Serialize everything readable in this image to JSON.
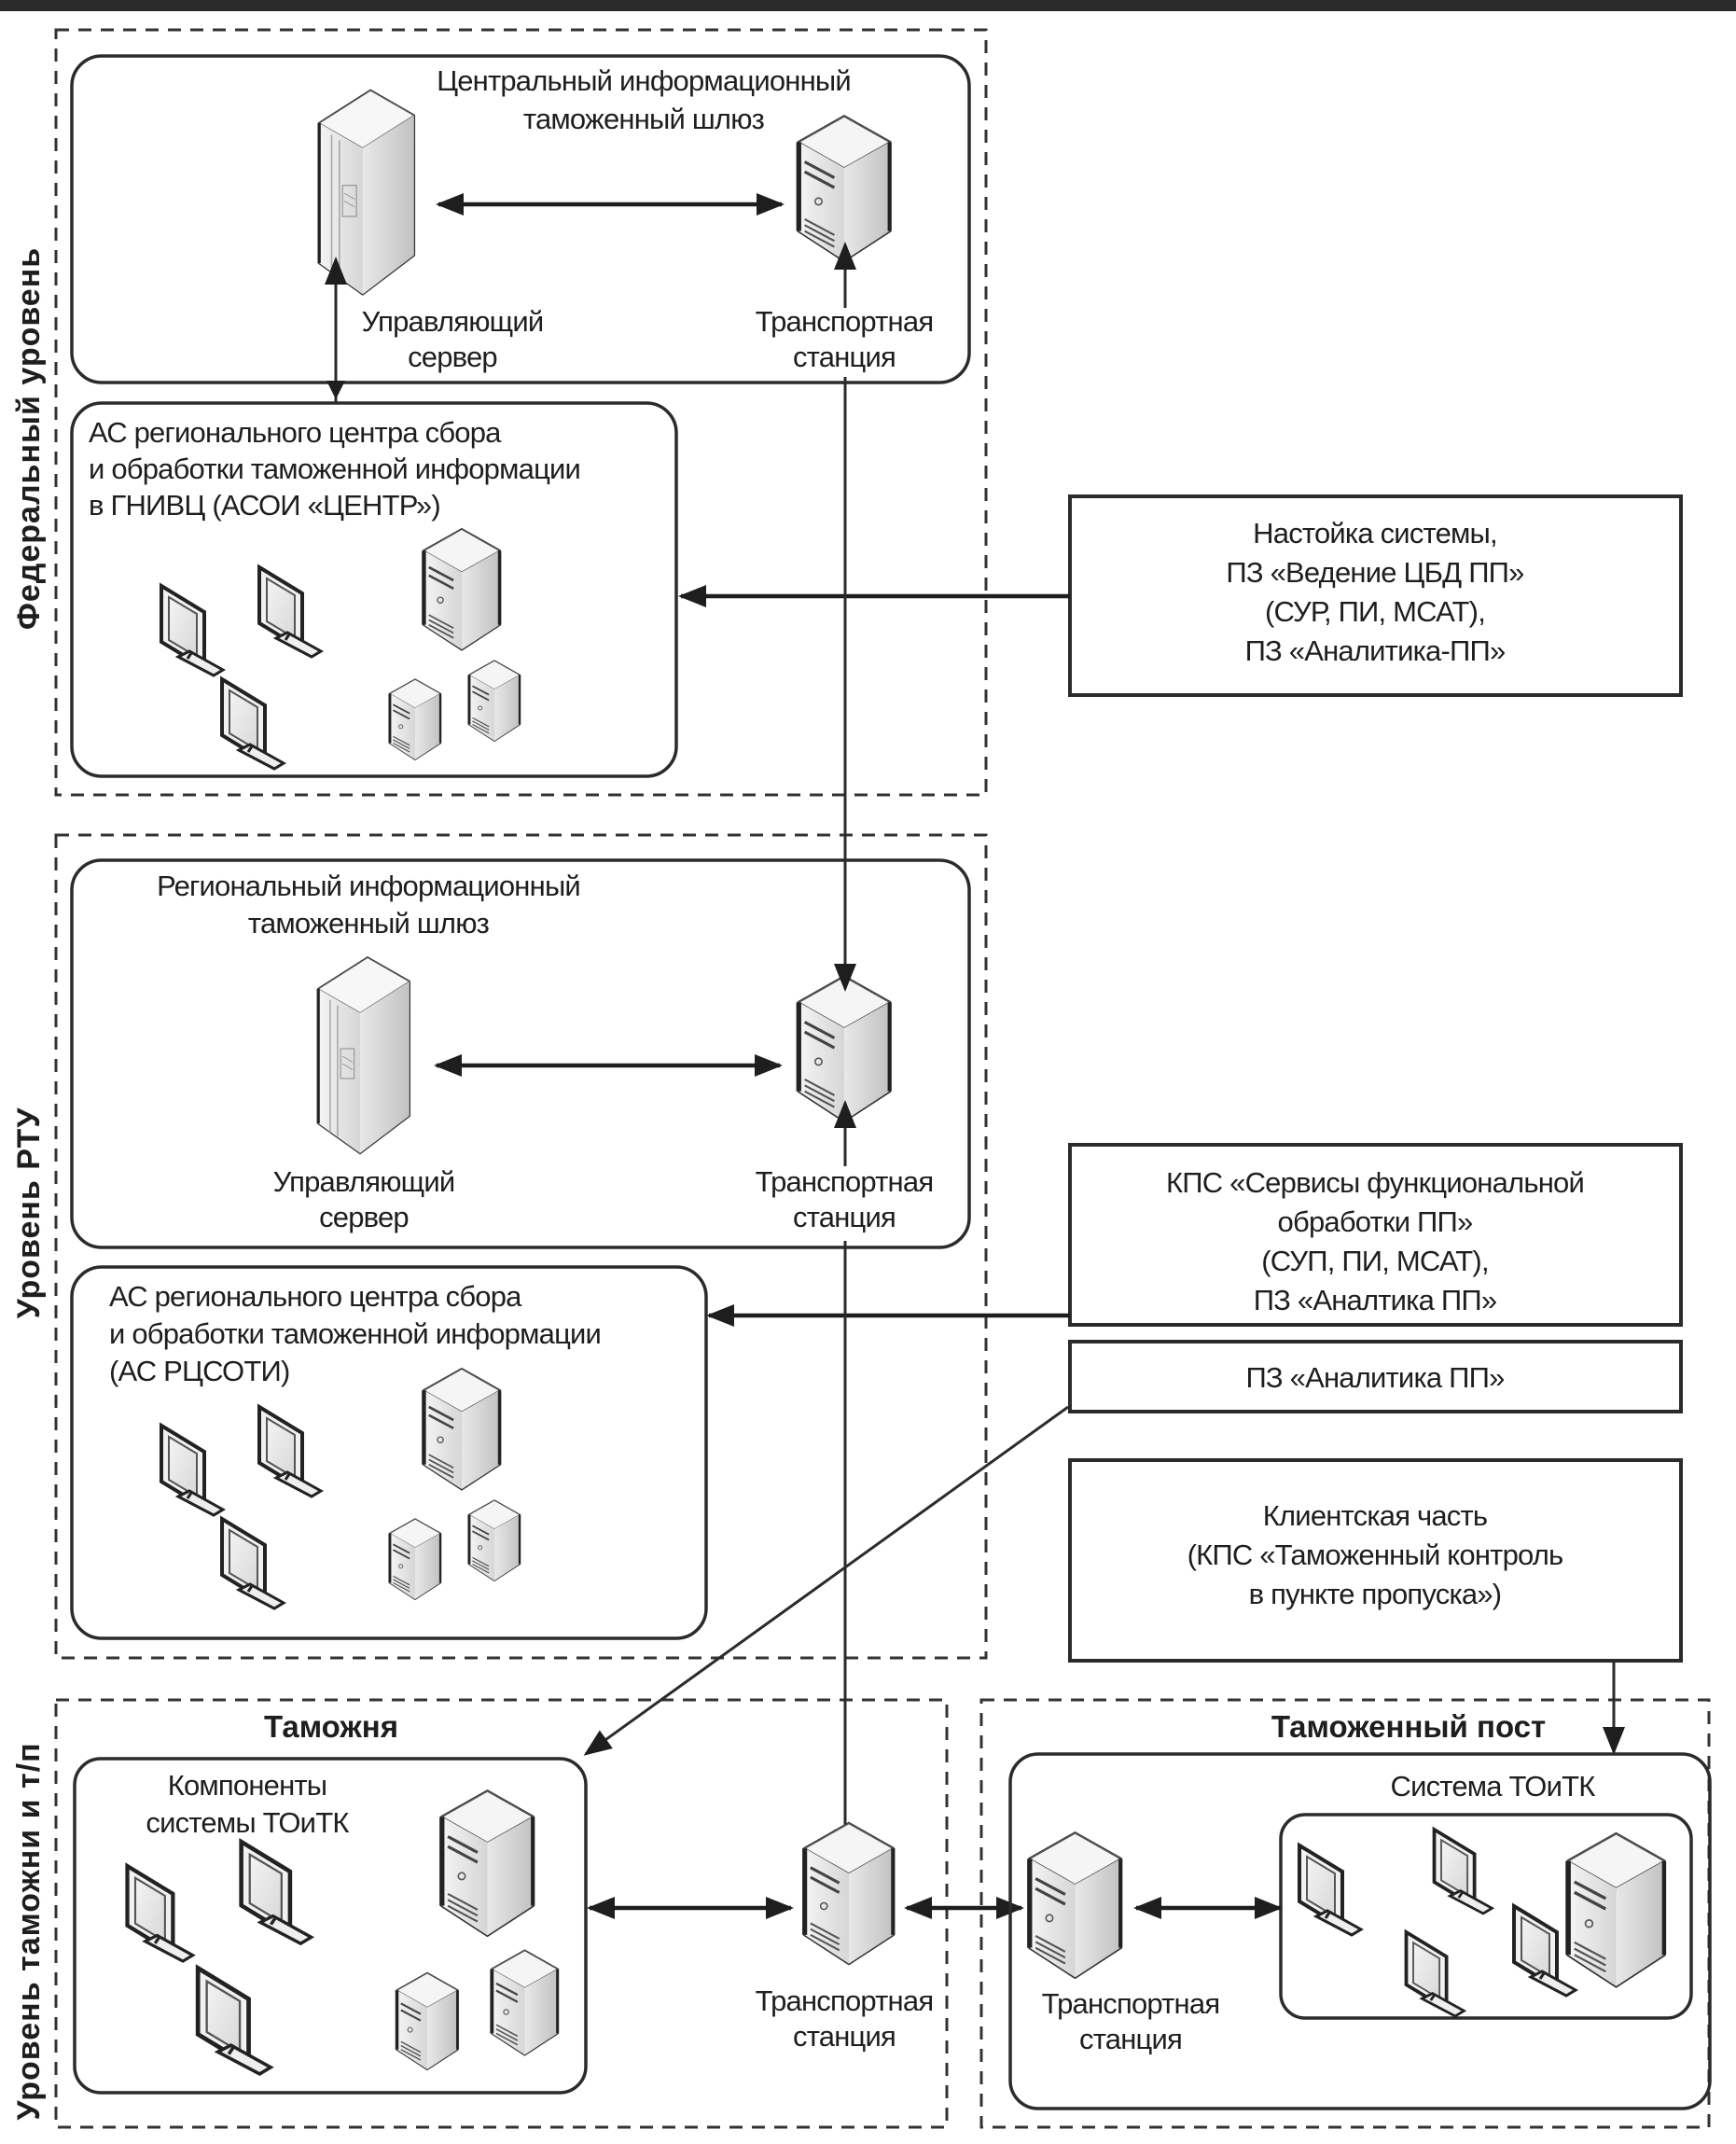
{
  "zones": {
    "federal": {
      "side_label": "Федеральный уровень"
    },
    "rtu": {
      "side_label": "Уровень РТУ"
    },
    "customs": {
      "side_label": "Уровень таможни и т/п",
      "customs_title": "Таможня",
      "post_title": "Таможенный пост"
    }
  },
  "federal": {
    "gateway": {
      "title": [
        "Центральный информационный",
        "таможенный шлюз"
      ],
      "control_server": [
        "Управляющий",
        "сервер"
      ],
      "transport_station": [
        "Транспортная",
        "станция"
      ]
    },
    "asoi": {
      "title": [
        "АС регионального центра сбора",
        "и обработки таможенной информации",
        "в ГНИВЦ (АСОИ «ЦЕНТР»)"
      ]
    }
  },
  "rtu": {
    "gateway": {
      "title": [
        "Региональный информационный",
        "таможенный шлюз"
      ],
      "control_server": [
        "Управляющий",
        "сервер"
      ],
      "transport_station": [
        "Транспортная",
        "станция"
      ]
    },
    "rcsoti": {
      "title": [
        "АС регионального центра сбора",
        "и обработки таможенной информации",
        "(АС РЦСОТИ)"
      ]
    }
  },
  "customs": {
    "components": {
      "title": [
        "Компоненты",
        "системы ТОиТК"
      ]
    },
    "transport_station": [
      "Транспортная",
      "станция"
    ]
  },
  "post": {
    "transport_station": [
      "Транспортная",
      "станция"
    ],
    "system": {
      "title": "Система ТОиТК"
    }
  },
  "side_boxes": {
    "setup": [
      "Настойка системы,",
      "ПЗ «Ведение ЦБД ПП»",
      "(СУР, ПИ, МСАТ),",
      "ПЗ «Аналитика-ПП»"
    ],
    "kps_services": [
      "КПС «Сервисы функциональной",
      "обработки ПП»",
      "(СУП, ПИ, МСАТ),",
      "ПЗ «Аналтика ПП»"
    ],
    "analytics": [
      "ПЗ «Аналитика ПП»"
    ],
    "client": [
      "Клиентская часть",
      "(КПС «Таможенный контроль",
      "в пункте пропуска»)"
    ]
  },
  "icons": {
    "rack_server": "rack-server-icon",
    "tower_server": "tower-server-icon",
    "monitor": "monitor-icon"
  }
}
